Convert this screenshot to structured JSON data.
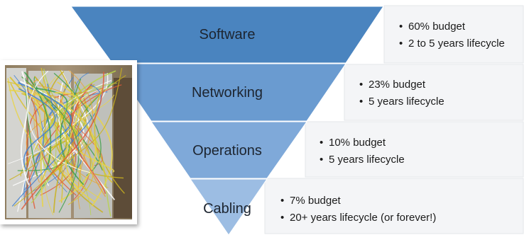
{
  "levels": [
    {
      "label": "Software",
      "color": "#4a84bf",
      "bullets": [
        "60% budget",
        "2 to 5 years lifecycle"
      ]
    },
    {
      "label": "Networking",
      "color": "#6a9bd0",
      "bullets": [
        "23% budget",
        "5 years lifecycle"
      ]
    },
    {
      "label": "Operations",
      "color": "#7fa9d9",
      "bullets": [
        "10% budget",
        "5 years lifecycle"
      ]
    },
    {
      "label": "Cabling",
      "color": "#9cbde3",
      "bullets": [
        "7% budget",
        "20+ years lifecycle (or forever!)"
      ]
    }
  ],
  "bullet_glyph": "•",
  "photo": {
    "subject": "server racks with tangled network cables",
    "frame_color": "#ffffff"
  },
  "colors": {
    "band_fill": "#f4f5f7",
    "band_border": "#e3e6ea",
    "text": "#1b1b1b"
  }
}
